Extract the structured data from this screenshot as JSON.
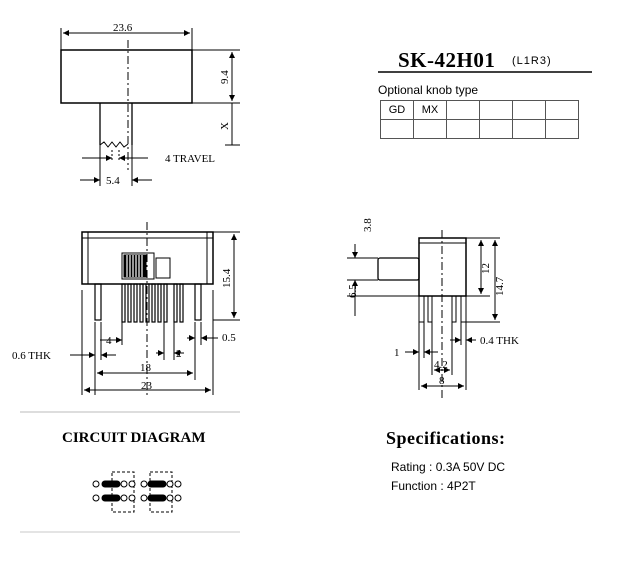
{
  "product": {
    "title": "SK-42H01",
    "subtitle": "(L1R3)"
  },
  "knob": {
    "label": "Optional knob type",
    "row1": [
      "GD",
      "MX",
      "",
      "",
      "",
      ""
    ],
    "row2": [
      "",
      "",
      "",
      "",
      "",
      ""
    ]
  },
  "top_view": {
    "width_dim": "23.6",
    "height_dim": "9.4",
    "knob_dim": "X",
    "travel": "4 TRAVEL",
    "knob_width": "5.4"
  },
  "front_view": {
    "height_dim": "15.4",
    "thickness": "0.6 THK",
    "pin_pitch_a": "4",
    "pin_pitch_b": "2",
    "right_offset": "0.5",
    "span_18": "18",
    "span_23": "23"
  },
  "side_view": {
    "knob_height": "3.8",
    "knob_offset": "6.5",
    "body_height": "12",
    "total_height": "14.7",
    "pin_offset": "1",
    "pin_thickness": "0.4 THK",
    "pin_span": "4.2",
    "width": "8"
  },
  "circuit": {
    "title": "CIRCUIT DIAGRAM"
  },
  "specs": {
    "title": "Specifications:",
    "rating": "Rating : 0.3A 50V DC",
    "function": "Function : 4P2T"
  }
}
